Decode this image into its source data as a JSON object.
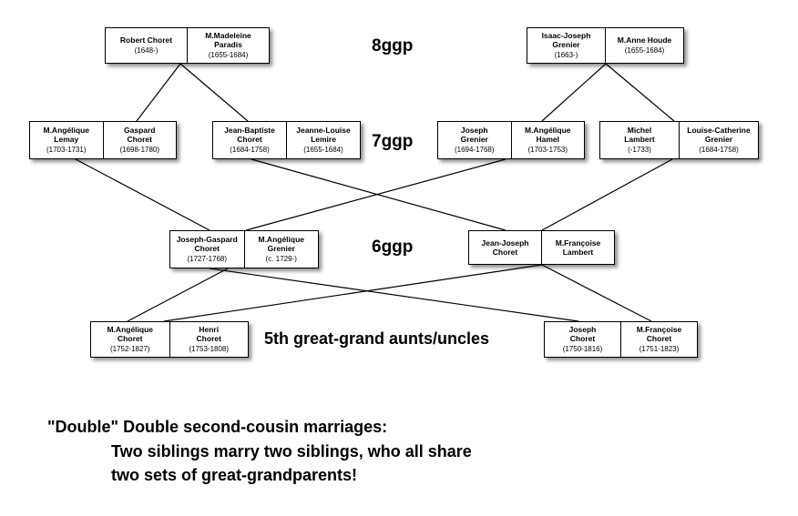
{
  "generations": [
    {
      "id": "g8",
      "label": "8ggp"
    },
    {
      "id": "g7",
      "label": "7ggp"
    },
    {
      "id": "g6",
      "label": "6ggp"
    },
    {
      "id": "g5",
      "label": "5th great-grand aunts/uncles"
    }
  ],
  "couples": [
    {
      "id": "choret-paradis",
      "people": [
        {
          "name": [
            "Robert Choret"
          ],
          "dates": "(1648-)"
        },
        {
          "name": [
            "M.Madeleine",
            "Paradis"
          ],
          "dates": "(1655-1684)"
        }
      ]
    },
    {
      "id": "grenier-houde",
      "people": [
        {
          "name": [
            "Isaac-Joseph",
            "Grenier"
          ],
          "dates": "(1663-)"
        },
        {
          "name": [
            "M.Anne Houde"
          ],
          "dates": "(1655-1684)"
        }
      ]
    },
    {
      "id": "lemay-choret",
      "people": [
        {
          "name": [
            "M.Angélique",
            "Lemay"
          ],
          "dates": "(1703-1731)"
        },
        {
          "name": [
            "Gaspard",
            "Choret"
          ],
          "dates": "(1698-1780)"
        }
      ]
    },
    {
      "id": "choret-lemire",
      "people": [
        {
          "name": [
            "Jean-Baptiste",
            "Choret"
          ],
          "dates": "(1684-1758)"
        },
        {
          "name": [
            "Jeanne-Louise",
            "Lemire"
          ],
          "dates": "(1655-1684)"
        }
      ]
    },
    {
      "id": "grenier-hamel",
      "people": [
        {
          "name": [
            "Joseph",
            "Grenier"
          ],
          "dates": "(1694-1768)"
        },
        {
          "name": [
            "M.Angélique",
            "Hamel"
          ],
          "dates": "(1703-1753)"
        }
      ]
    },
    {
      "id": "lambert-grenier",
      "people": [
        {
          "name": [
            "Michel",
            "Lambert"
          ],
          "dates": "(-1733)"
        },
        {
          "name": [
            "Louise-Catherine",
            "Grenier"
          ],
          "dates": "(1684-1758)"
        }
      ]
    },
    {
      "id": "choret-grenier",
      "people": [
        {
          "name": [
            "Joseph-Gaspard",
            "Choret"
          ],
          "dates": "(1727-1768)"
        },
        {
          "name": [
            "M.Angélique",
            "Grenier"
          ],
          "dates": "(c. 1729-)"
        }
      ]
    },
    {
      "id": "choret-lambert",
      "people": [
        {
          "name": [
            "Jean-Joseph",
            "Choret"
          ],
          "dates": ""
        },
        {
          "name": [
            "M.Françoise",
            "Lambert"
          ],
          "dates": ""
        }
      ]
    },
    {
      "id": "left-5th",
      "people": [
        {
          "name": [
            "M.Angélique",
            "Choret"
          ],
          "dates": "(1752-1827)"
        },
        {
          "name": [
            "Henri",
            "Choret"
          ],
          "dates": "(1753-1808)"
        }
      ]
    },
    {
      "id": "right-5th",
      "people": [
        {
          "name": [
            "Joseph",
            "Choret"
          ],
          "dates": "(1750-1816)"
        },
        {
          "name": [
            "M.Françoise",
            "Choret"
          ],
          "dates": "(1751-1823)"
        }
      ]
    }
  ],
  "caption": {
    "line1": "\"Double\" Double second-cousin marriages:",
    "line2": "Two siblings marry two siblings, who all share",
    "line3": "two sets of great-grandparents!"
  }
}
